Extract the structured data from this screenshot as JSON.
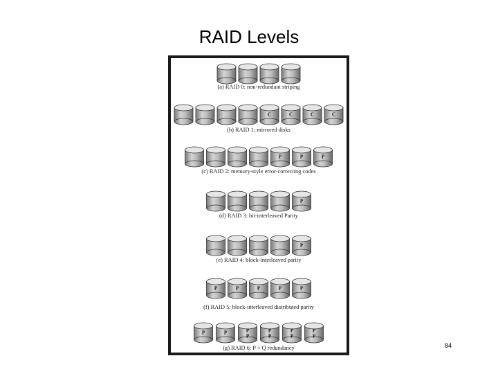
{
  "slide": {
    "title": "RAID Levels",
    "page_number": "84"
  },
  "levels": [
    {
      "caption": "(a) RAID 0: non-redundant striping",
      "disks": [
        "",
        "",
        "",
        ""
      ]
    },
    {
      "caption": "(b) RAID 1: mirrored disks",
      "disks": [
        "",
        "",
        "",
        "",
        "C",
        "C",
        "C",
        "C"
      ]
    },
    {
      "caption": "(c) RAID 2: memory-style error-correcting codes",
      "disks": [
        "",
        "",
        "",
        "",
        "P",
        "P",
        "P"
      ]
    },
    {
      "caption": "(d) RAID 3: bit-interleaved Parity",
      "disks": [
        "",
        "",
        "",
        "",
        "P"
      ]
    },
    {
      "caption": "(e) RAID 4: block-interleaved parity",
      "disks": [
        "",
        "",
        "",
        "",
        "P"
      ]
    },
    {
      "caption": "(f) RAID 5: block-interleaved distributed parity",
      "disks": [
        "P",
        "P",
        "P",
        "P",
        "P"
      ]
    },
    {
      "caption": "(g) RAID 6: P + Q redundancy",
      "disks": [
        "P",
        "P",
        "P P",
        "P P",
        "P P",
        "P P"
      ]
    }
  ]
}
